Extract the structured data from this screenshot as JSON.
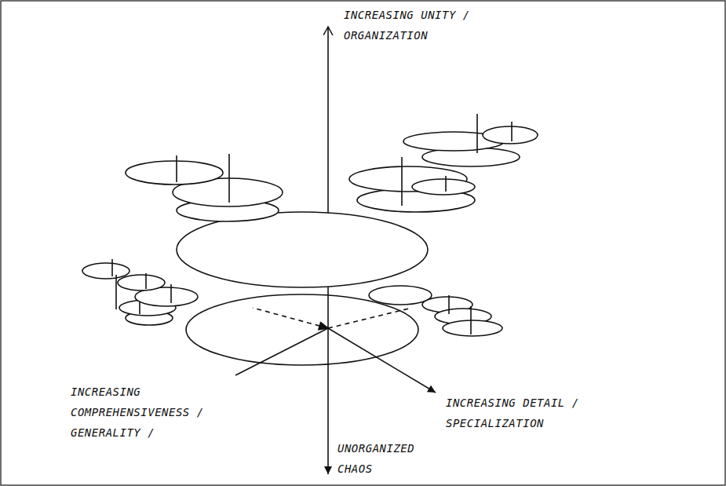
{
  "diagram": {
    "labels": [
      "INCREASING UNITY / ORGANIZATION",
      "INCREASING COMPREHENSIVENESS / GENERALITY /",
      "INCREASING DETAIL / SPECIALIZATION",
      "UNORGANIZED CHAOS"
    ]
  }
}
